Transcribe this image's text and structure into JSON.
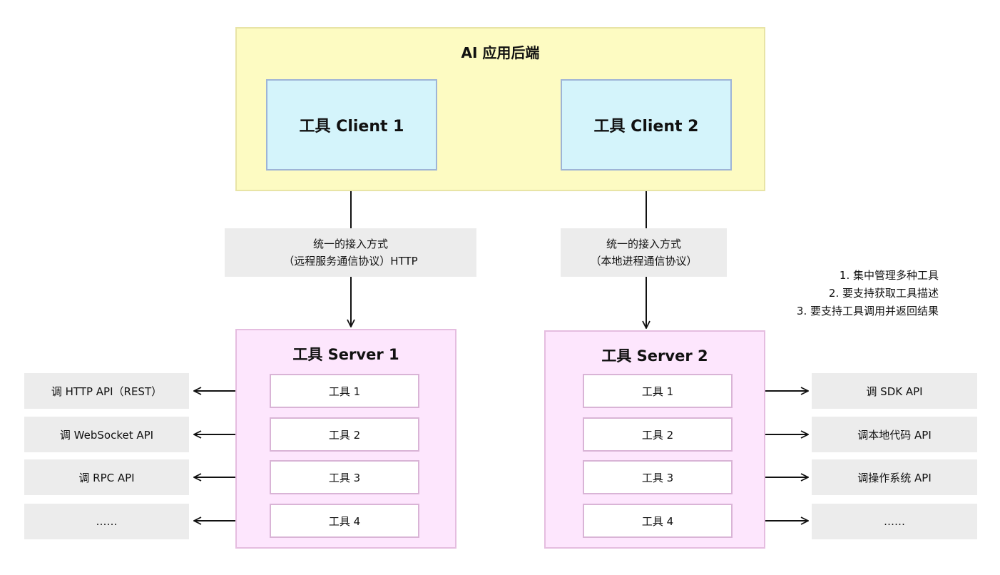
{
  "backend": {
    "title": "AI 应用后端"
  },
  "clients": [
    {
      "label": "工具 Client 1"
    },
    {
      "label": "工具 Client 2"
    }
  ],
  "protocols": [
    {
      "line1": "统一的接入方式",
      "line2": "（远程服务通信协议）HTTP"
    },
    {
      "line1": "统一的接入方式",
      "line2": "（本地进程通信协议）"
    }
  ],
  "servers": [
    {
      "title": "工具 Server 1",
      "tools": [
        "工具 1",
        "工具 2",
        "工具 3",
        "工具 4"
      ]
    },
    {
      "title": "工具 Server 2",
      "tools": [
        "工具 1",
        "工具 2",
        "工具 3",
        "工具 4"
      ]
    }
  ],
  "left_apis": [
    "调 HTTP API（REST）",
    "调 WebSocket API",
    "调 RPC API",
    "……"
  ],
  "right_apis": [
    "调 SDK API",
    "调本地代码 API",
    "调操作系统 API",
    "……"
  ],
  "notes": [
    "1. 集中管理多种工具",
    "2. 要支持获取工具描述",
    "3. 要支持工具调用并返回结果"
  ]
}
